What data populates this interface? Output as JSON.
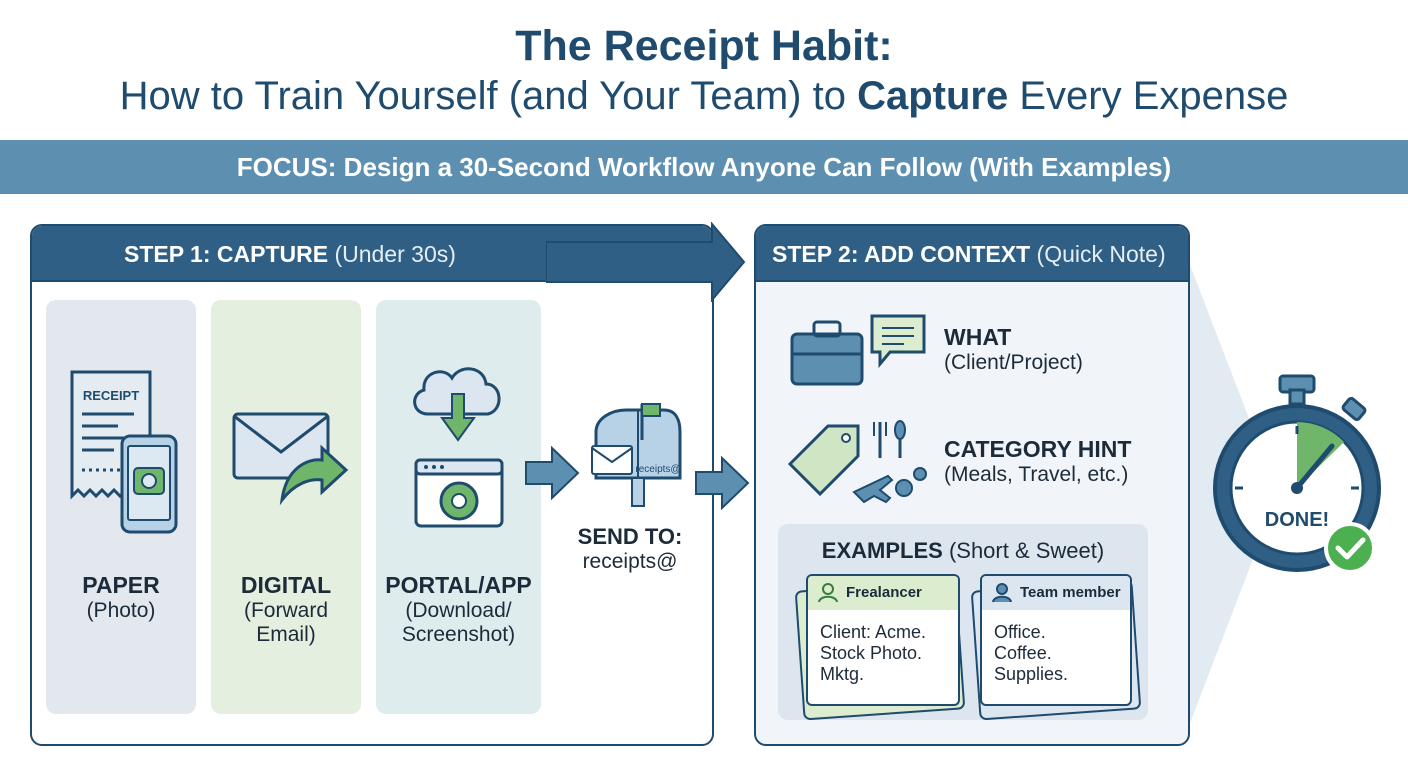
{
  "title": {
    "line1": "The Receipt Habit:",
    "line2_before": "How to Train Yourself (and Your Team) to ",
    "line2_bold": "Capture",
    "line2_after": " Every Expense"
  },
  "focus_banner": "FOCUS: Design a 30-Second Workflow Anyone Can Follow (With Examples)",
  "step1": {
    "title": "STEP 1: CAPTURE",
    "subtitle": "(Under 30s)",
    "columns": [
      {
        "title": "PAPER",
        "lines": [
          "(Photo)"
        ],
        "icon": "receipt-phone-icon",
        "receipt_text": "RECEIPT"
      },
      {
        "title": "DIGITAL",
        "lines": [
          "(Forward",
          "Email)"
        ],
        "icon": "email-forward-icon"
      },
      {
        "title": "PORTAL/APP",
        "lines": [
          "(Download/",
          "Screenshot)"
        ],
        "icon": "cloud-download-icon"
      }
    ],
    "send_to": {
      "title": "SEND TO:",
      "address": "receipts@",
      "mailbox_label": "receipts@",
      "icon": "mailbox-icon"
    }
  },
  "step2": {
    "title": "STEP 2: ADD CONTEXT",
    "subtitle": "(Quick Note)",
    "items": [
      {
        "title": "WHAT",
        "sub": "(Client/Project)",
        "icon": "briefcase-chat-icon"
      },
      {
        "title": "CATEGORY HINT",
        "sub": "(Meals, Travel, etc.)",
        "icon": "tag-category-icon"
      }
    ],
    "examples": {
      "title": "EXAMPLES",
      "subtitle": "(Short & Sweet)",
      "cards": [
        {
          "role": "Frealancer",
          "lines": [
            "Client: Acme.",
            "Stock Photo.",
            "Mktg."
          ],
          "header_color": "#dbeccf"
        },
        {
          "role": "Team member",
          "lines": [
            "Office.",
            "Coffee.",
            "Supplies."
          ],
          "header_color": "#dbe6f1"
        }
      ]
    }
  },
  "done": {
    "label": "DONE!",
    "icon": "stopwatch-icon"
  },
  "colors": {
    "navy": "#1f4b6e",
    "header_blue": "#2f5f85",
    "banner": "#5d8fb0",
    "green": "#4caf50",
    "light_blue": "#b7d1e6"
  }
}
